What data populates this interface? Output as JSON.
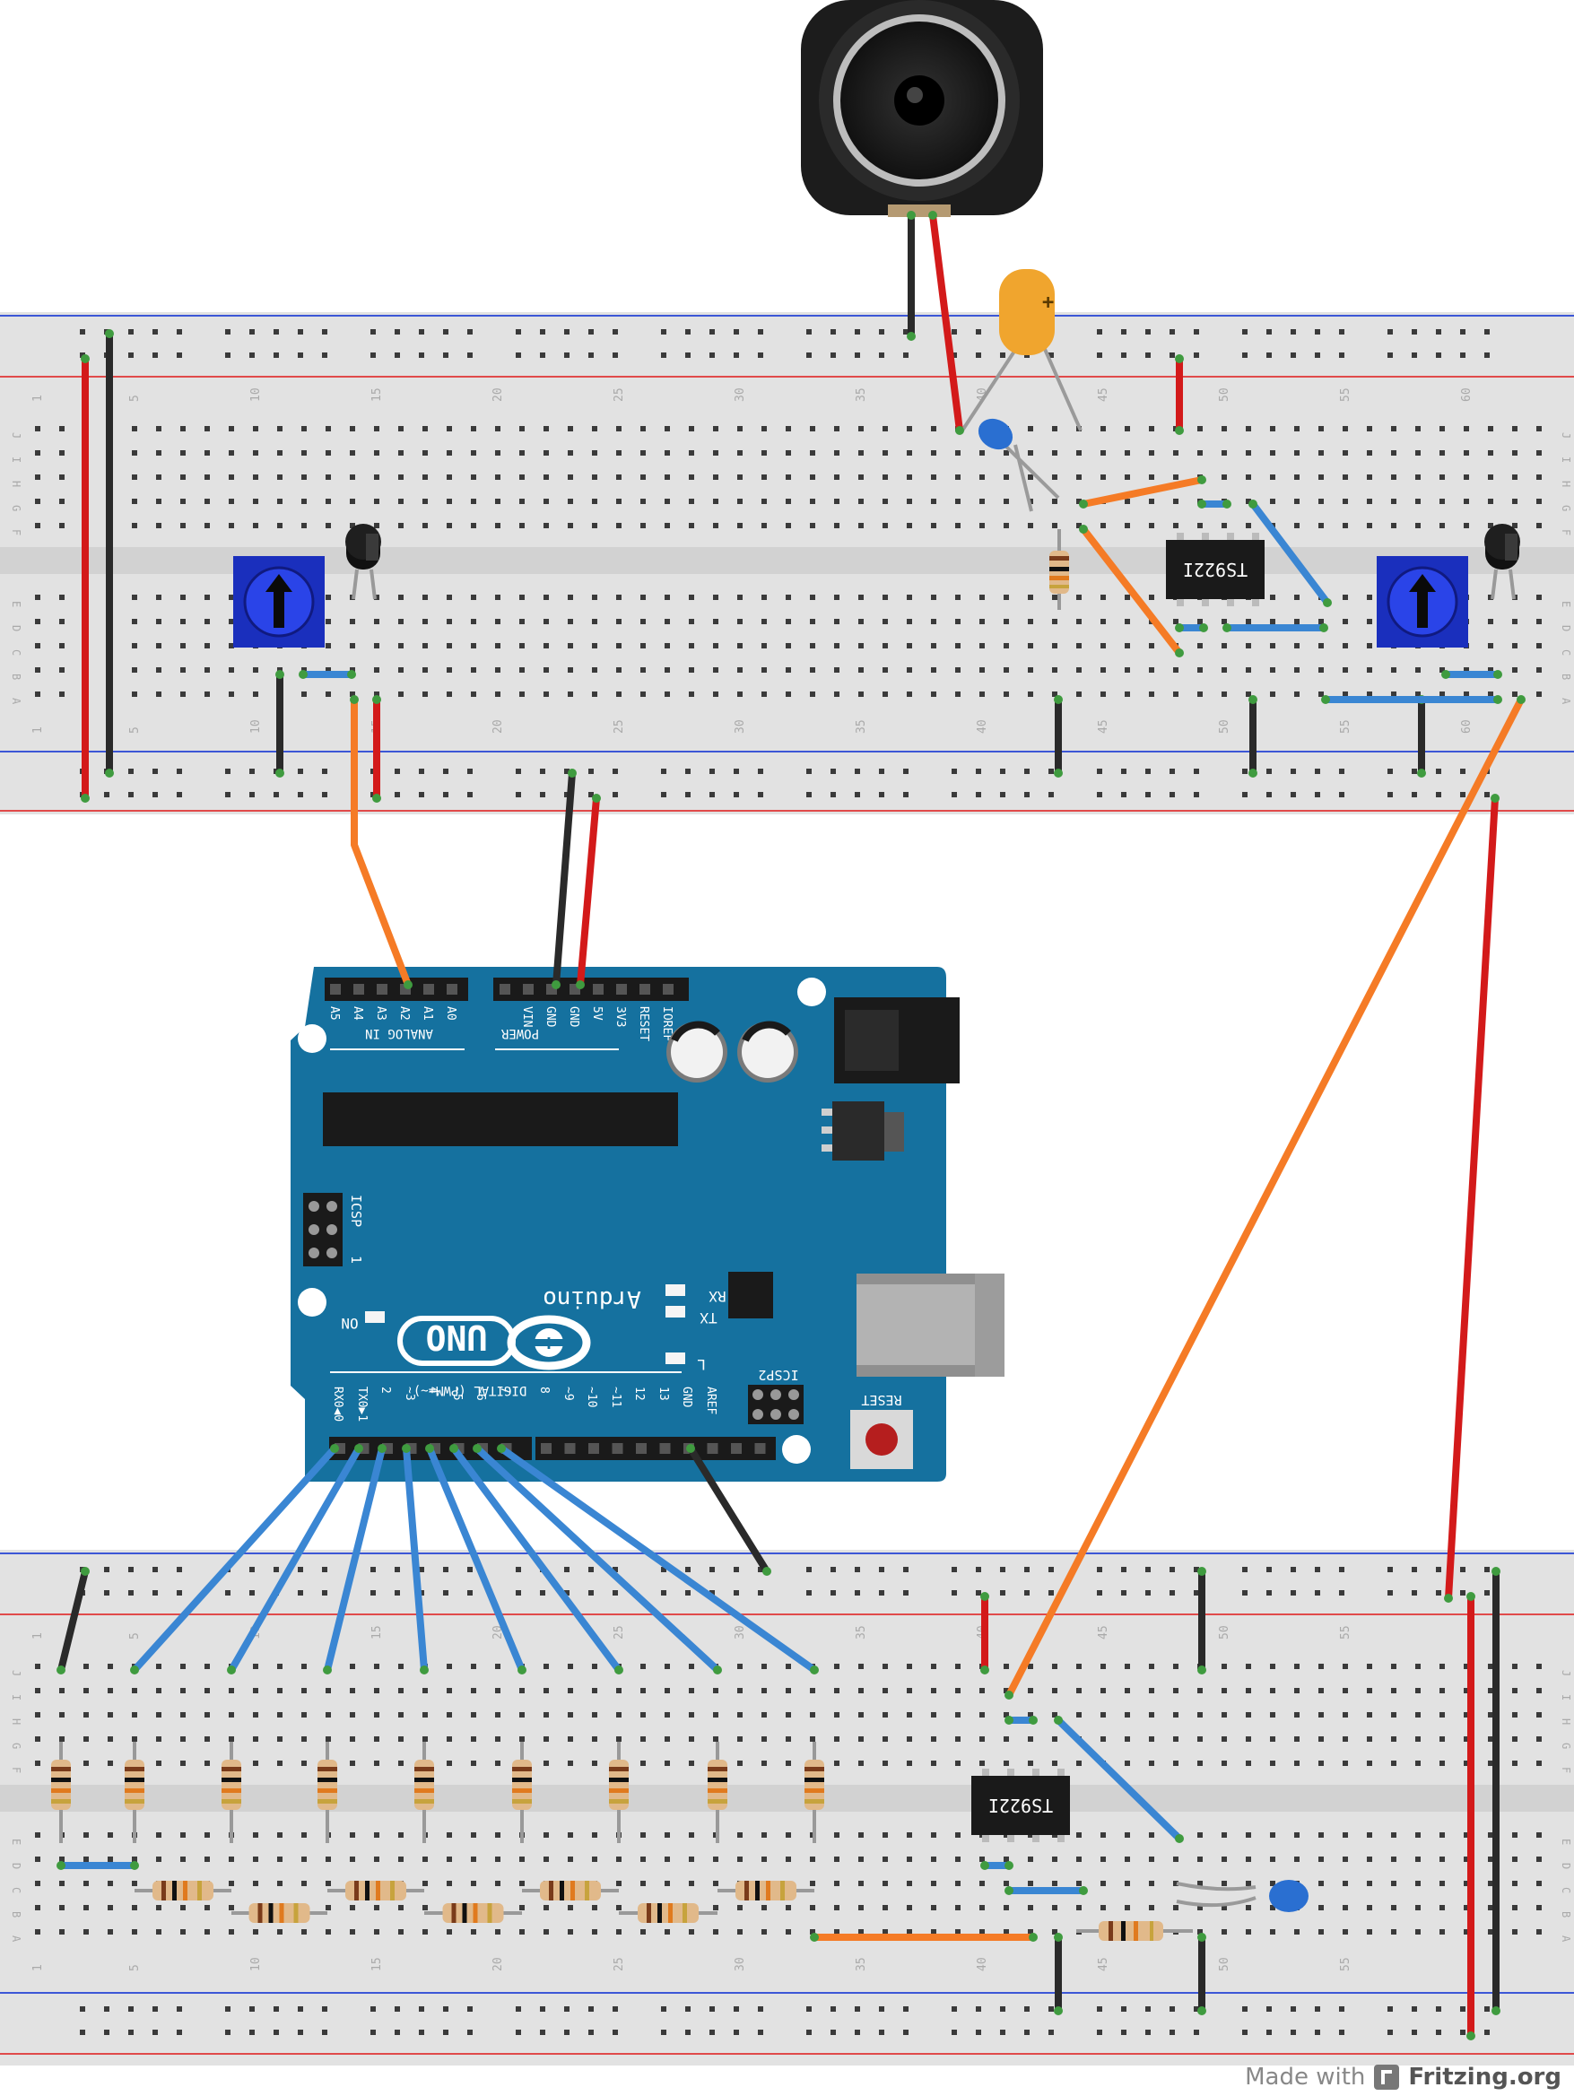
{
  "arduino": {
    "analog_header": "ANALOG IN",
    "analog_pins": [
      "A5",
      "A4",
      "A3",
      "A2",
      "A1",
      "A0"
    ],
    "power_header": "POWER",
    "power_pins": [
      "VIN",
      "GND",
      "GND",
      "5V",
      "3V3",
      "RESET",
      "IOREF"
    ],
    "digital_header": "DIGITAL (PWM=~)",
    "digital_pins": [
      "RX0◀0",
      "TX0▶1",
      "2",
      "~3",
      "4",
      "~5",
      "~6",
      "7",
      "8",
      "~9",
      "~10",
      "~11",
      "12",
      "13",
      "GND",
      "AREF"
    ],
    "icsp_label": "ICSP",
    "icsp2_label": "ICSP2",
    "on_label": "ON",
    "rx_label": "RX",
    "tx_label": "TX",
    "l_label": "L",
    "brand": "Arduino",
    "model": "UNO",
    "reset_label": "RESET"
  },
  "ic_label": "TS922I",
  "breadboard": {
    "row_letters": [
      "J",
      "I",
      "H",
      "G",
      "F",
      "E",
      "D",
      "C",
      "B",
      "A"
    ],
    "column_numbers_top": [
      "1",
      "5",
      "10",
      "15",
      "20",
      "25",
      "30",
      "35",
      "40",
      "45",
      "50",
      "55",
      "60"
    ],
    "column_numbers_bottom": [
      "1",
      "5",
      "10",
      "15",
      "20",
      "25",
      "30",
      "35",
      "40",
      "45",
      "50",
      "55"
    ]
  },
  "credit": {
    "prefix": "Made with",
    "brand": "Fritzing.org"
  },
  "colors": {
    "wire_red": "#d31a1a",
    "wire_black": "#2a2a2a",
    "wire_blue": "#3a86d3",
    "wire_orange": "#f57b26",
    "board": "#15719f",
    "breadboard": "#e2e2e2",
    "rail_blue": "#3c57d6",
    "rail_red": "#e04a4a"
  }
}
